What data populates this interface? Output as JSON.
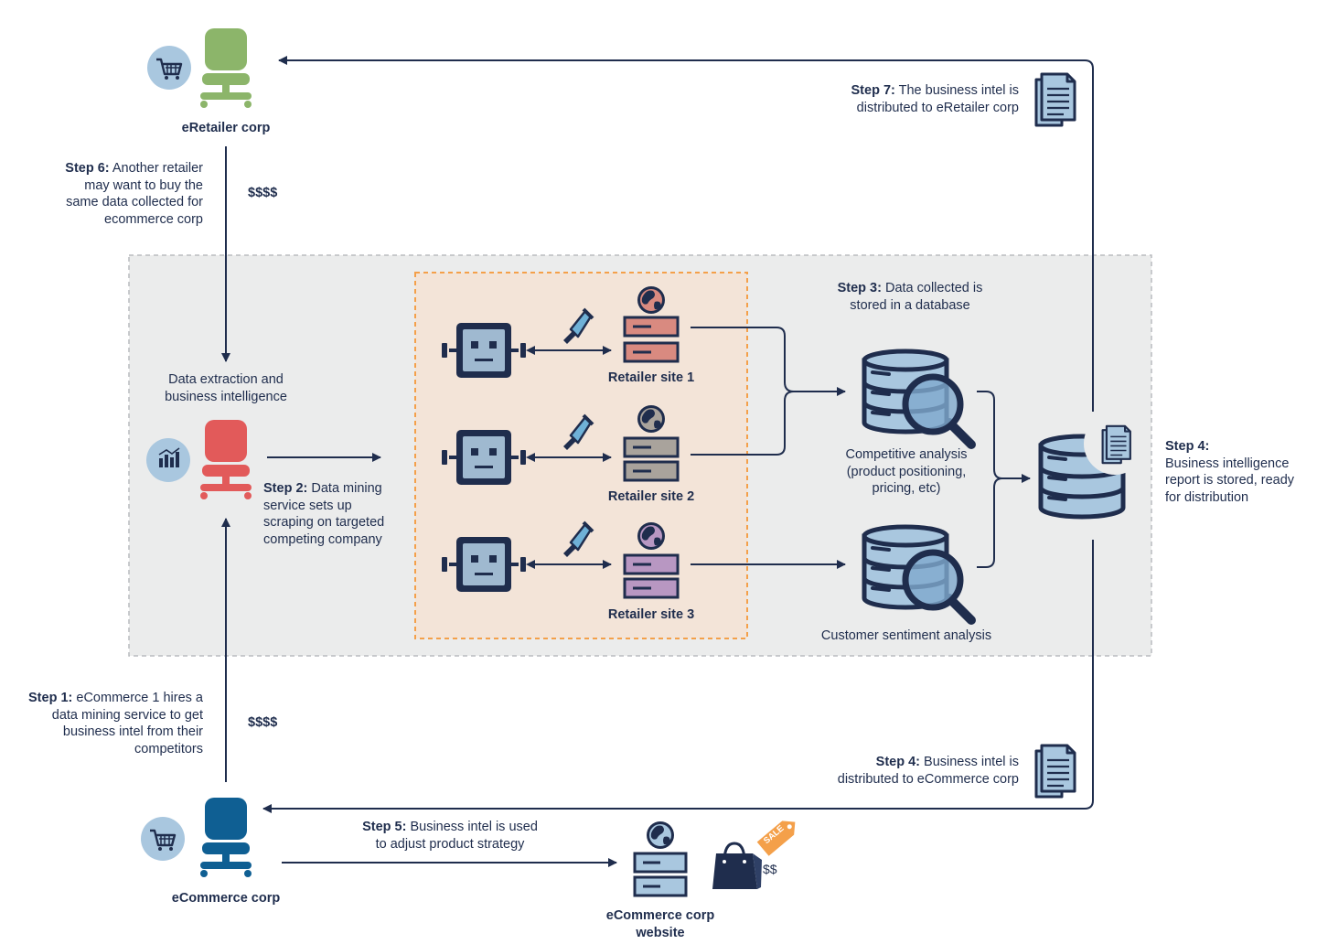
{
  "actors": {
    "eretailer": "eRetailer corp",
    "ecommerce": "eCommerce corp",
    "extraction": [
      "Data extraction and",
      "business intelligence"
    ],
    "website": [
      "eCommerce corp",
      "website"
    ]
  },
  "retailers": [
    "Retailer site 1",
    "Retailer site 2",
    "Retailer site 3"
  ],
  "analysis": {
    "competitive": [
      "Competitive analysis",
      "(product positioning,",
      "pricing, etc)"
    ],
    "sentiment": "Customer sentiment analysis"
  },
  "payments": {
    "top": "$$$$",
    "bottom": "$$$$",
    "website": "$$"
  },
  "sale_tag": "SALE",
  "steps": {
    "step1": {
      "title": "Step 1:",
      "lines": [
        "eCommerce 1 hires a",
        "data mining service to get",
        "business intel from their",
        "competitors"
      ]
    },
    "step2": {
      "title": "Step 2:",
      "lines": [
        "Data mining",
        "service sets up",
        "scraping on targeted",
        "competing company"
      ]
    },
    "step3": {
      "title": "Step 3:",
      "lines": [
        "Data collected is",
        "stored in a database"
      ]
    },
    "step4a": {
      "title": "Step 4:",
      "lines": [
        "Business intelligence",
        "report is stored, ready",
        "for distribution"
      ]
    },
    "step4b": {
      "title": "Step 4:",
      "lines": [
        "Business intel is",
        "distributed to eCommerce corp"
      ]
    },
    "step5": {
      "title": "Step 5:",
      "lines": [
        "Business intel is used",
        "to adjust product strategy"
      ]
    },
    "step6": {
      "title": "Step 6:",
      "lines": [
        "Another retailer",
        "may want to buy the",
        "same data collected for",
        "ecommerce corp"
      ]
    },
    "step7": {
      "title": "Step 7:",
      "lines": [
        "The business intel is",
        "distributed to eRetailer corp"
      ]
    }
  },
  "colors": {
    "navy": "#1f2d4d",
    "green": "#8cb56a",
    "red": "#e25a5a",
    "blue": "#0f5f93",
    "tan": "#f4e5d9",
    "gray_panel": "#ebecec",
    "orange": "#f4a04a",
    "light_blue": "#a9c7df",
    "server_red": "#d98a80",
    "server_gray": "#a9a39c",
    "server_purple": "#b897c2"
  },
  "icons": [
    "cart-icon",
    "chart-icon",
    "chair-icon",
    "robot-icon",
    "flashlight-icon",
    "globe-icon",
    "server-icon",
    "database-icon",
    "magnifier-icon",
    "document-icon",
    "shopping-bag-icon",
    "sale-tag-icon"
  ]
}
